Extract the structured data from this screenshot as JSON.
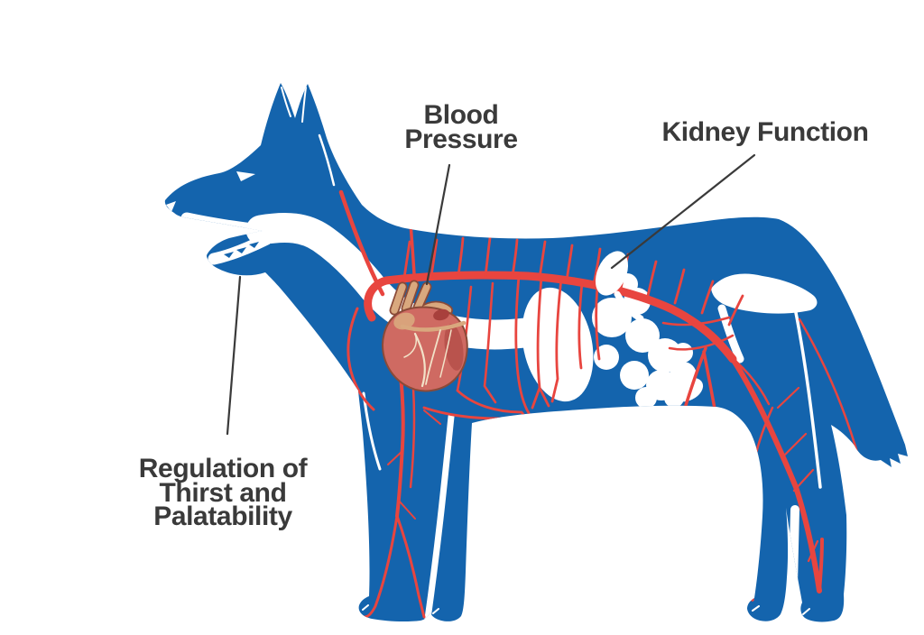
{
  "diagram": {
    "background": "#ffffff",
    "labels": {
      "blood_pressure": {
        "line1": "Blood",
        "line2": "Pressure"
      },
      "kidney_function": {
        "text": "Kidney Function"
      },
      "thirst": {
        "line1": "Regulation of",
        "line2": "Thirst and",
        "line3": "Palatability"
      }
    },
    "colors": {
      "background": "#ffffff",
      "body": "#1464ad",
      "vessel": "#e8453f",
      "organ": "#ffffff",
      "heart_muscle": "#cf6a62",
      "heart_dark": "#a8403c",
      "heart_vessel": "#d9a87e",
      "heart_outline": "#8a4a38",
      "coronary": "#f2e2c8",
      "label_text": "#3a3a3a",
      "leader_line": "#3a3a3a"
    }
  }
}
